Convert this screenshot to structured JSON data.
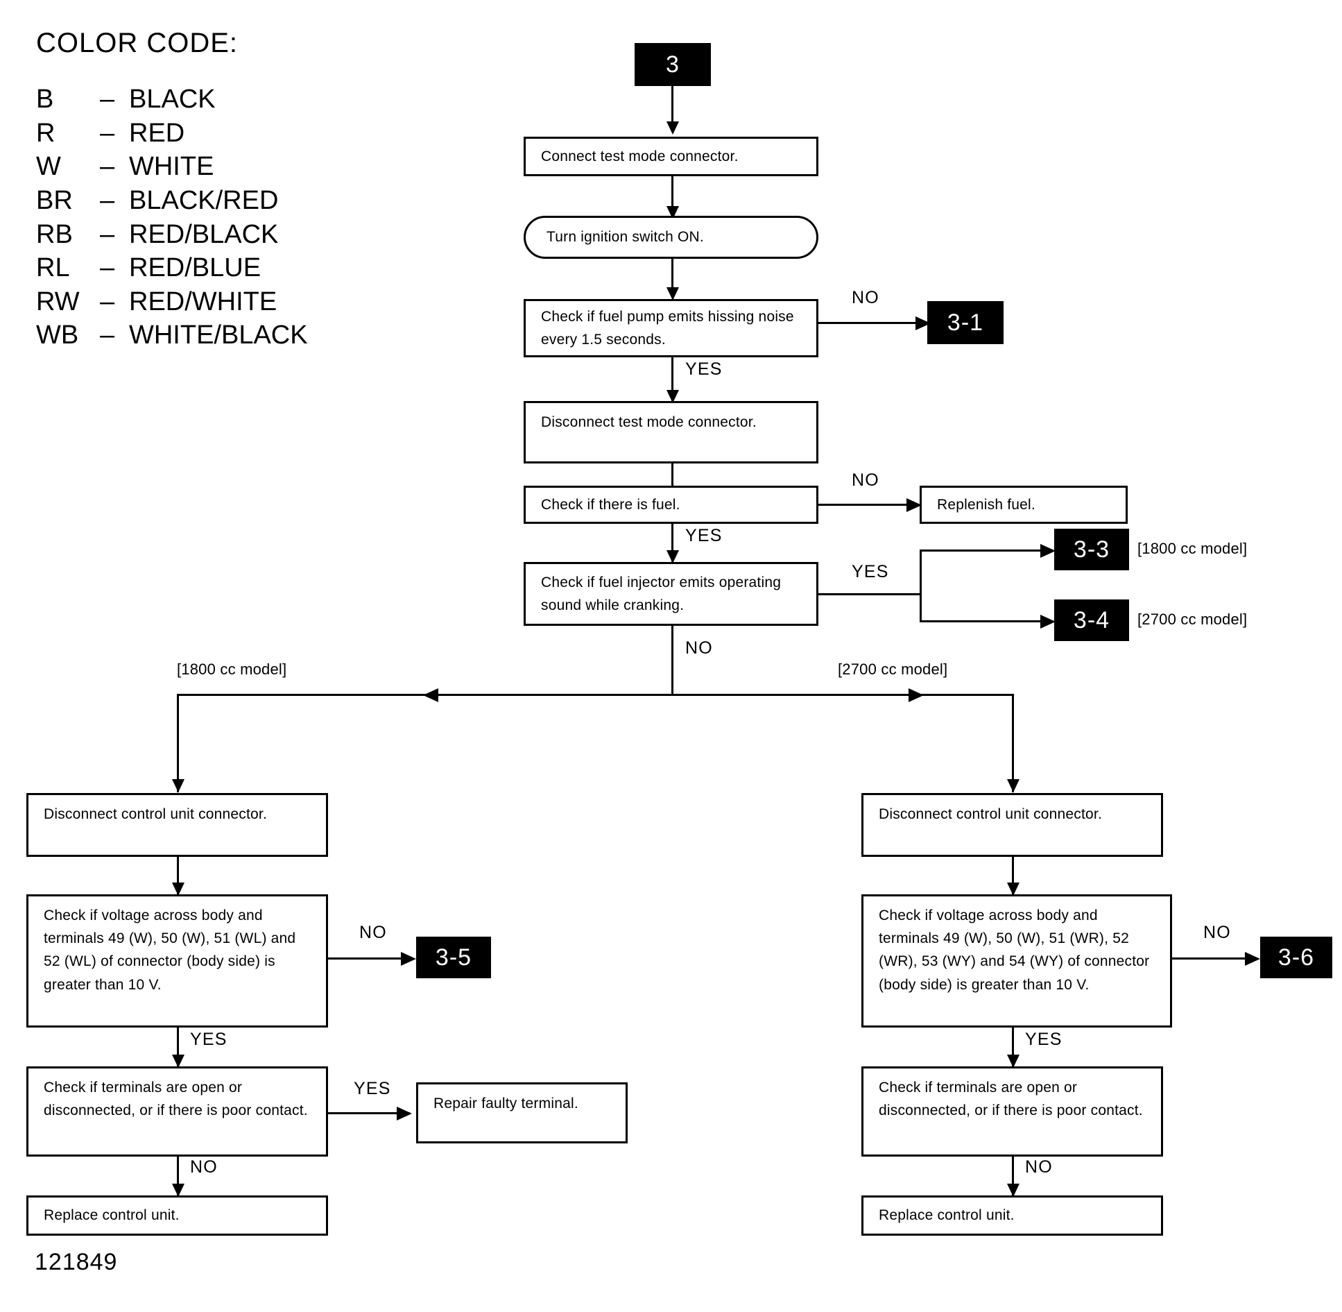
{
  "legend": {
    "title": "COLOR CODE:",
    "dash": "–",
    "rows": [
      {
        "abbr": "B",
        "name": "BLACK"
      },
      {
        "abbr": "R",
        "name": "RED"
      },
      {
        "abbr": "W",
        "name": "WHITE"
      },
      {
        "abbr": "BR",
        "name": "BLACK/RED"
      },
      {
        "abbr": "RB",
        "name": "RED/BLACK"
      },
      {
        "abbr": "RL",
        "name": "RED/BLUE"
      },
      {
        "abbr": "RW",
        "name": "RED/WHITE"
      },
      {
        "abbr": "WB",
        "name": "WHITE/BLACK"
      }
    ]
  },
  "flow": {
    "entry_badge": "3",
    "steps": {
      "connect_test_mode": "Connect test mode connector.",
      "turn_ignition": "Turn ignition switch ON.",
      "check_fuel_pump": "Check if fuel pump emits hissing noise every 1.5 seconds.",
      "disconnect_test_mode": "Disconnect test mode connector.",
      "check_fuel": "Check if there is fuel.",
      "replenish_fuel": "Replenish fuel.",
      "check_injector": "Check if fuel injector emits operating sound while cranking.",
      "disconnect_cu_left": "Disconnect control unit connector.",
      "disconnect_cu_right": "Disconnect control unit connector.",
      "check_voltage_left": "Check if voltage across body and terminals 49 (W), 50 (W), 51 (WL) and 52 (WL) of connector (body side) is greater than 10 V.",
      "check_voltage_right": "Check if voltage across body and terminals 49 (W), 50 (W), 51 (WR), 52 (WR), 53 (WY) and 54 (WY) of connector (body side) is greater than 10 V.",
      "check_terminals_left": "Check if terminals are open or disconnected, or if there is poor contact.",
      "check_terminals_right": "Check if terminals are open or disconnected, or if there is poor contact.",
      "repair_terminal": "Repair faulty terminal.",
      "replace_cu_left": "Replace control unit.",
      "replace_cu_right": "Replace control unit."
    },
    "badges": {
      "b31": "3-1",
      "b33": "3-3",
      "b34": "3-4",
      "b35": "3-5",
      "b36": "3-6"
    },
    "notes": {
      "model_1800_b33": "[1800 cc model]",
      "model_2700_b34": "[2700 cc model]",
      "model_1800_branch": "[1800 cc model]",
      "model_2700_branch": "[2700 cc model]"
    },
    "labels": {
      "no": "NO",
      "yes": "YES"
    }
  },
  "figure_id": "121849"
}
